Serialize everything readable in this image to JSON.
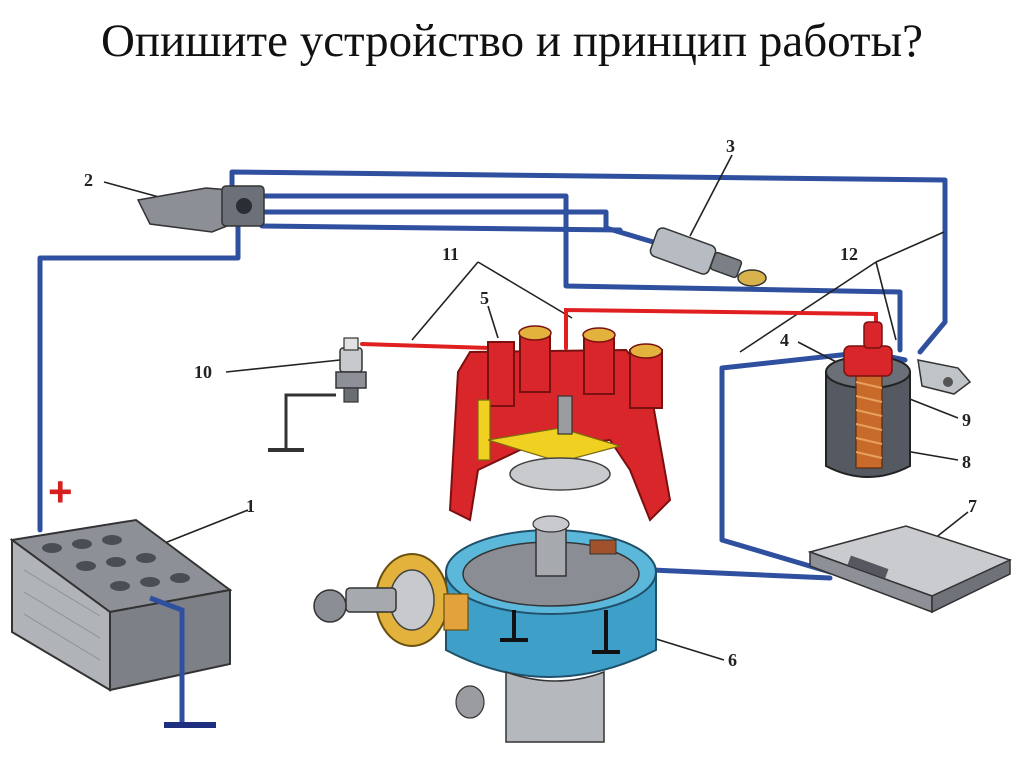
{
  "title": "Опишите устройство и принцип работы?",
  "labels": {
    "n1": "1",
    "n2": "2",
    "n3": "3",
    "n4": "4",
    "n5": "5",
    "n6": "6",
    "n7": "7",
    "n8": "8",
    "n9": "9",
    "n10": "10",
    "n11": "11",
    "n12": "12"
  },
  "polarity": {
    "plus": "+"
  },
  "colors": {
    "wire": "#2f4f9f",
    "ht_wire": "#e02020",
    "cap": "#d8262a",
    "distributor": "#3ea0c8",
    "coil": "#555a62"
  }
}
